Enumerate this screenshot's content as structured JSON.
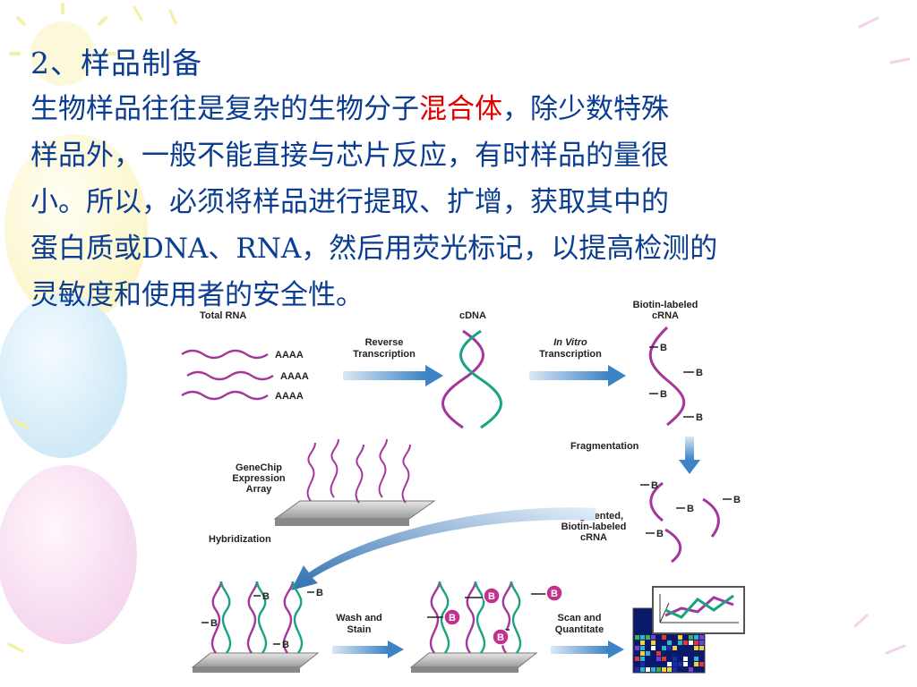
{
  "slide": {
    "title": "2、样品制备",
    "body": {
      "line1_a": "生物样品往往是复杂的生物分子",
      "line1_highlight": "混合体",
      "line1_b": "，除少数特殊",
      "line2": "样品外，一般不能直接与芯片反应，有时样品的量很",
      "line3": "小。所以，必须将样品进行提取、扩增，获取其中的",
      "line4": "蛋白质或DNA、RNA，然后用荧光标记，以提高检测的",
      "line5": "灵敏度和使用者的安全性。"
    },
    "colors": {
      "text": "#0b3d91",
      "highlight": "#e00000"
    }
  },
  "diagram": {
    "labels": {
      "total_rna": "Total RNA",
      "poly_a": "AAAA",
      "reverse_transcription_1": "Reverse",
      "reverse_transcription_2": "Transcription",
      "cdna": "cDNA",
      "in_vitro": "In Vitro",
      "transcription": "Transcription",
      "biotin_labeled_1": "Biotin-labeled",
      "biotin_labeled_2": "cRNA",
      "fragmentation": "Fragmentation",
      "fragmented_1": "Fragmented,",
      "fragmented_2": "Biotin-labeled",
      "fragmented_3": "cRNA",
      "genechip_1": "GeneChip",
      "genechip_2": "Expression",
      "genechip_3": "Array",
      "hybridization": "Hybridization",
      "wash_1": "Wash and",
      "wash_2": "Stain",
      "scan_1": "Scan and",
      "scan_2": "Quantitate",
      "biotin_marker": "B"
    },
    "colors": {
      "strand_purple": "#a4379b",
      "strand_teal": "#1aa383",
      "arrow_blue": "#4a8fc8",
      "label_dark": "#222222",
      "stain_magenta": "#c0328e"
    }
  }
}
